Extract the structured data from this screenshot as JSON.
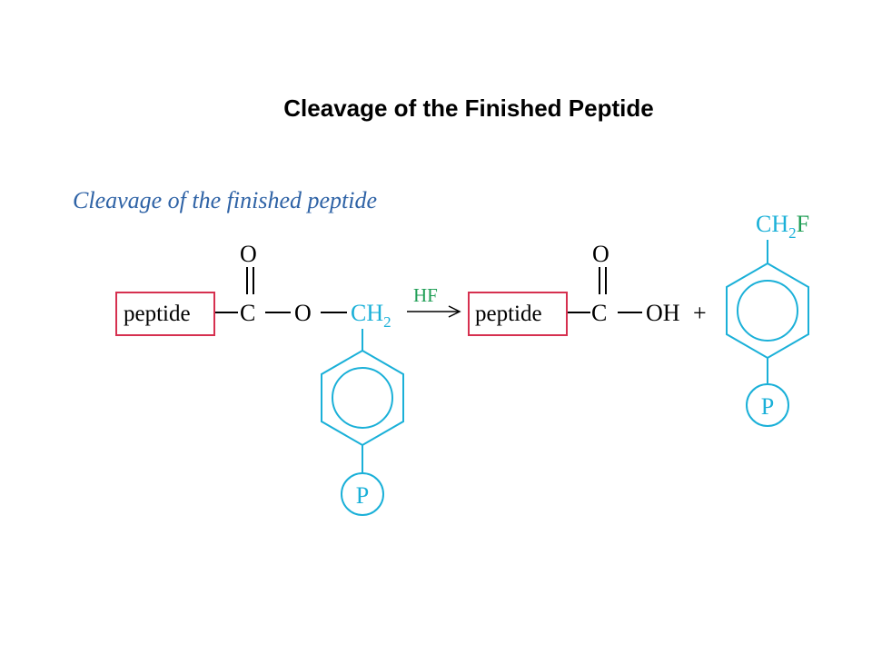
{
  "slide": {
    "title": "Cleavage of the Finished Peptide"
  },
  "diagram": {
    "subtitle": "Cleavage of the finished peptide",
    "reagent": "HF",
    "colors": {
      "subtitle": "#2f63a6",
      "resin": "#1ab0d8",
      "reagent": "#1f9e55",
      "peptide_box": "#d6304f",
      "bond": "#000000"
    },
    "reactant": {
      "peptide_label": "peptide",
      "carbonyl_carbon": "C",
      "carbonyl_oxygen": "O",
      "ester_oxygen": "O",
      "linker": "CH",
      "linker_subscript": "2",
      "resin_label": "P"
    },
    "product": {
      "peptide_label": "peptide",
      "carbonyl_carbon": "C",
      "carbonyl_oxygen": "O",
      "hydroxyl": "OH",
      "plus": "+"
    },
    "byproduct": {
      "group": "CH",
      "group_subscript": "2",
      "halogen": "F",
      "resin_label": "P"
    }
  }
}
